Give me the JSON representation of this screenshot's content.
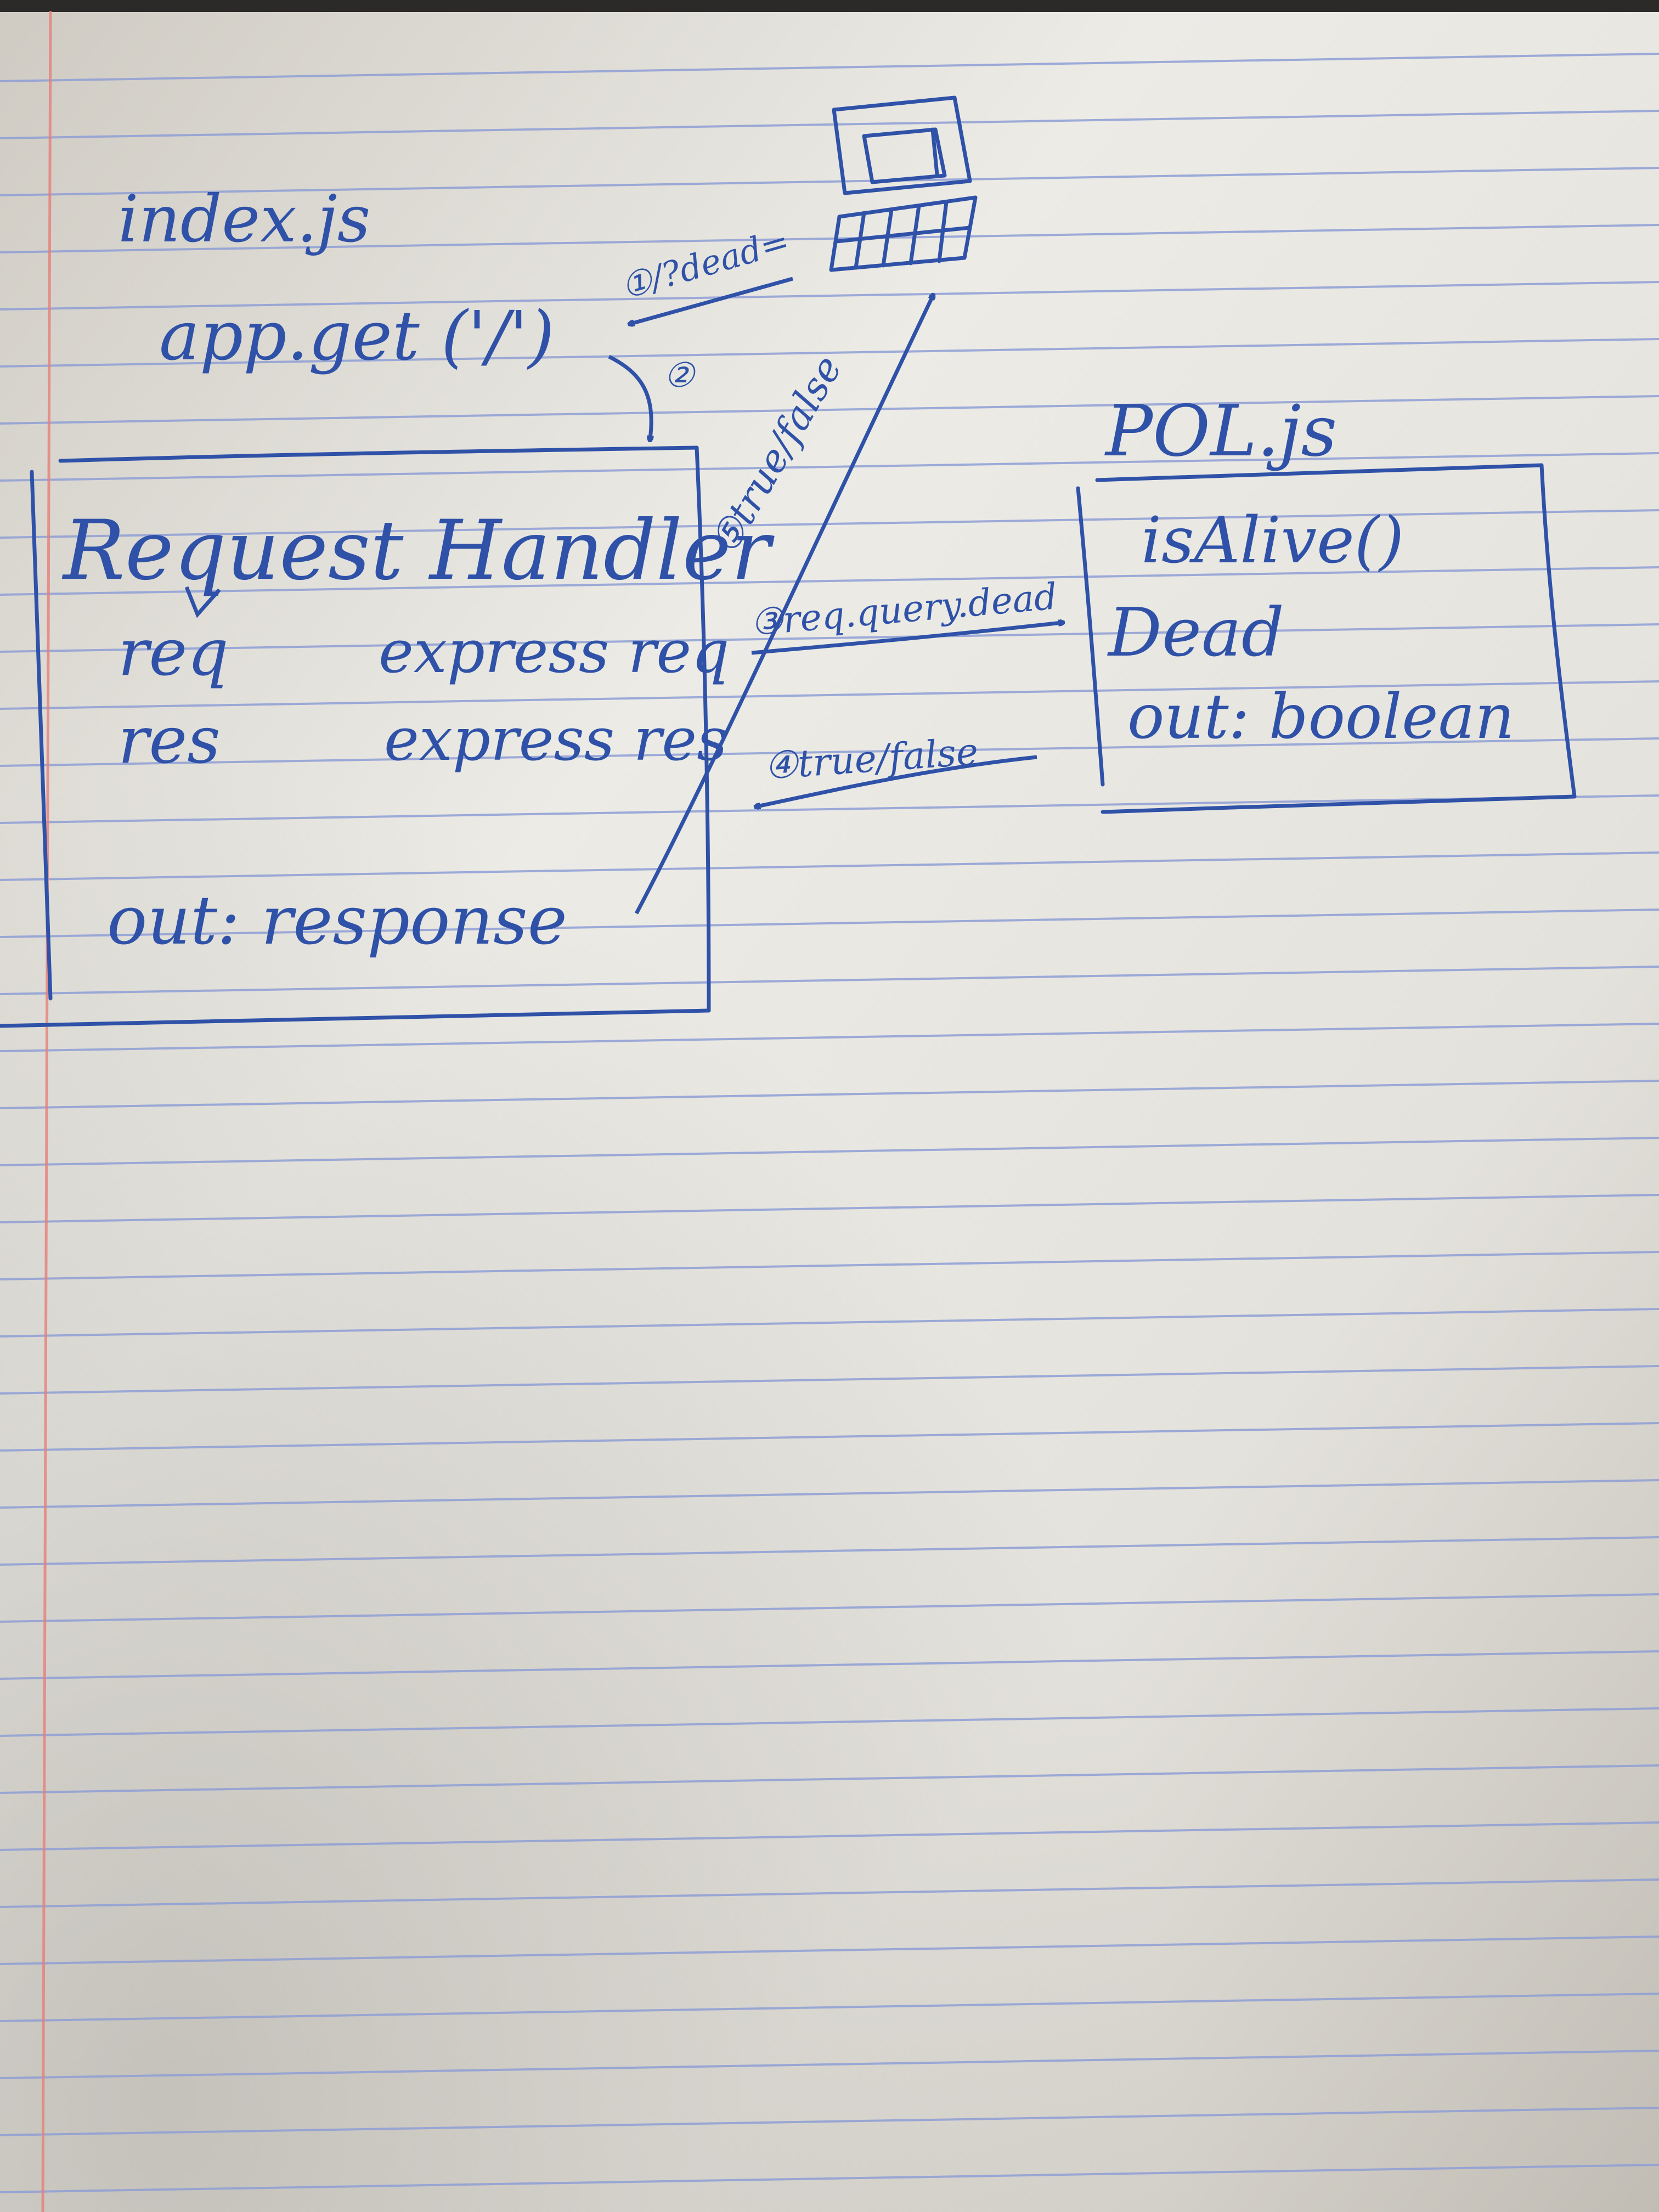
{
  "colors": {
    "ink": "#2f52a8",
    "rule_line": "#8f9fd6",
    "margin_line": "#e77f7a",
    "paper_light": "#f1efea",
    "paper_shadow": "#bab6ae"
  },
  "notes": {
    "index_file": "index.js",
    "route": "app.get ('/')",
    "handler": {
      "title": "Request Handler",
      "rows": [
        {
          "name": "req",
          "type": "express req"
        },
        {
          "name": "res",
          "type": "express res"
        }
      ],
      "output": "out: response"
    },
    "pol_file": "POL.js",
    "pol": {
      "method": "isAlive()",
      "param": "Dead",
      "output": "out: boolean"
    },
    "steps": {
      "step1": "①/?dead=",
      "step2": "②",
      "step3": "③req.query.dead",
      "step4": "④true/false",
      "step5": "⑤true/false"
    }
  },
  "icons": {
    "client": "computer-icon"
  }
}
